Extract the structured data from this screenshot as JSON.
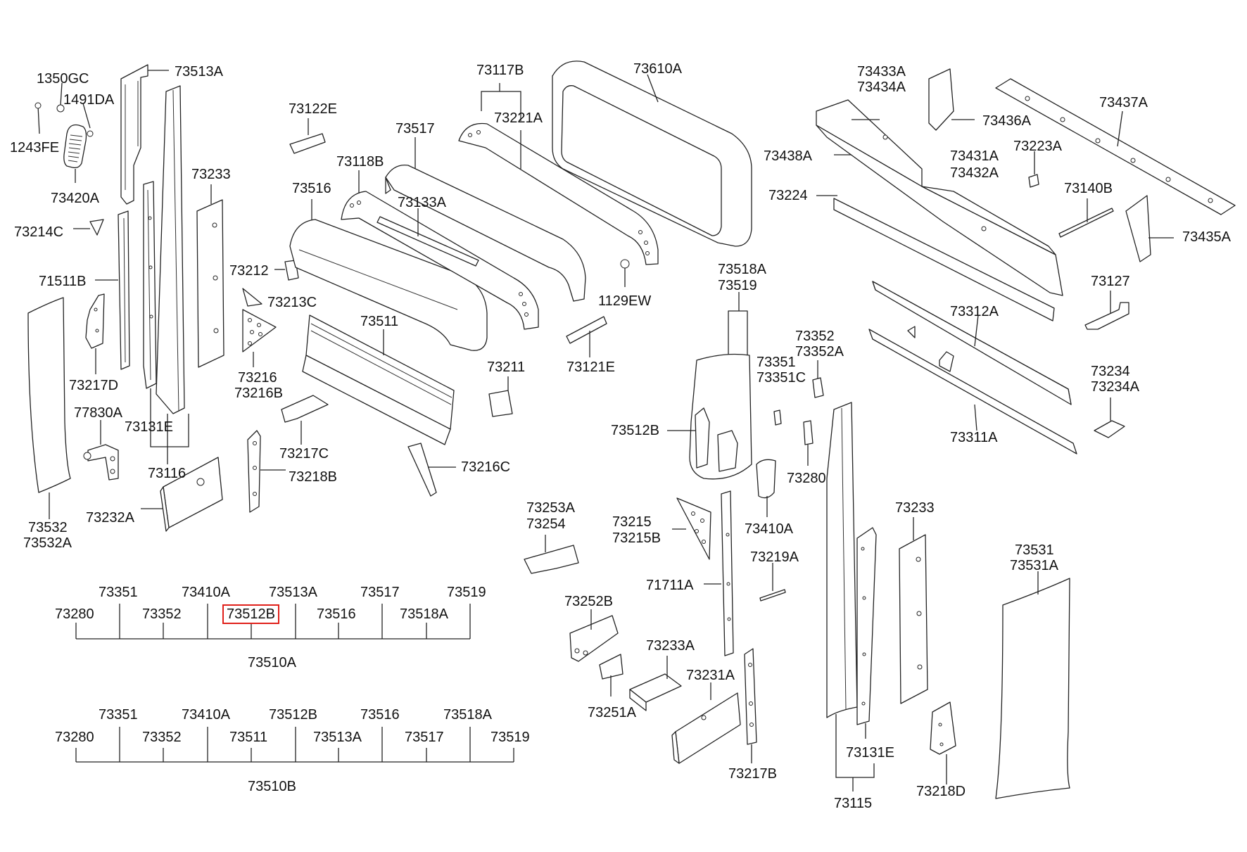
{
  "diagram": {
    "highlight_color": "#e0201a",
    "labels": {
      "p1350gc": "1350GC",
      "p1491da": "1491DA",
      "p1243fe": "1243FE",
      "p73420a": "73420A",
      "p73513a": "73513A",
      "p73214c": "73214C",
      "p71511b": "71511B",
      "p73217d": "73217D",
      "p77830a": "77830A",
      "p73532": "73532",
      "p73532a": "73532A",
      "p73122e": "73122E",
      "p73233_l": "73233",
      "p73212": "73212",
      "p73213c": "73213C",
      "p73216": "73216",
      "p73216b": "73216B",
      "p73131e_l": "73131E",
      "p73116": "73116",
      "p73232a": "73232A",
      "p73217c": "73217C",
      "p73218b": "73218B",
      "p73117b": "73117B",
      "p73221a": "73221A",
      "p73517": "73517",
      "p73118b": "73118B",
      "p73133a": "73133A",
      "p73516": "73516",
      "p73511": "73511",
      "p73211": "73211",
      "p73216c": "73216C",
      "p73610a": "73610A",
      "p1129ew": "1129EW",
      "p73121e": "73121E",
      "p73433a": "73433A",
      "p73434a": "73434A",
      "p73436a": "73436A",
      "p73437a": "73437A",
      "p73438a": "73438A",
      "p73431a": "73431A",
      "p73432a": "73432A",
      "p73223a": "73223A",
      "p73224": "73224",
      "p73140b": "73140B",
      "p73435a": "73435A",
      "p73127": "73127",
      "p73312a": "73312A",
      "p73518a": "73518A",
      "p73519": "73519",
      "p73352": "73352",
      "p73352a": "73352A",
      "p73351": "73351",
      "p73351c": "73351C",
      "p73234": "73234",
      "p73234a": "73234A",
      "p73311a": "73311A",
      "p73512b": "73512B",
      "p73280": "73280",
      "p73410a": "73410A",
      "p73253a": "73253A",
      "p73254": "73254",
      "p73215": "73215",
      "p73215b": "73215B",
      "p71711a": "71711A",
      "p73219a": "73219A",
      "p73252b": "73252B",
      "p73233a": "73233A",
      "p73231a": "73231A",
      "p73251a": "73251A",
      "p73217b": "73217B",
      "p73233_r": "73233",
      "p73131e_r": "73131E",
      "p73115": "73115",
      "p73218d": "73218D",
      "p73531": "73531",
      "p73531a": "73531A"
    },
    "assembly_a": {
      "top": [
        "73351",
        "73410A",
        "73513A",
        "73517",
        "73519"
      ],
      "bottom": [
        "73280",
        "73352",
        "73512B",
        "73516",
        "73518A"
      ],
      "parent": "73510A"
    },
    "assembly_b": {
      "top": [
        "73351",
        "73410A",
        "73512B",
        "73516",
        "73518A"
      ],
      "bottom": [
        "73280",
        "73352",
        "73511",
        "73513A",
        "73517",
        "73519"
      ],
      "parent": "73510B"
    }
  }
}
